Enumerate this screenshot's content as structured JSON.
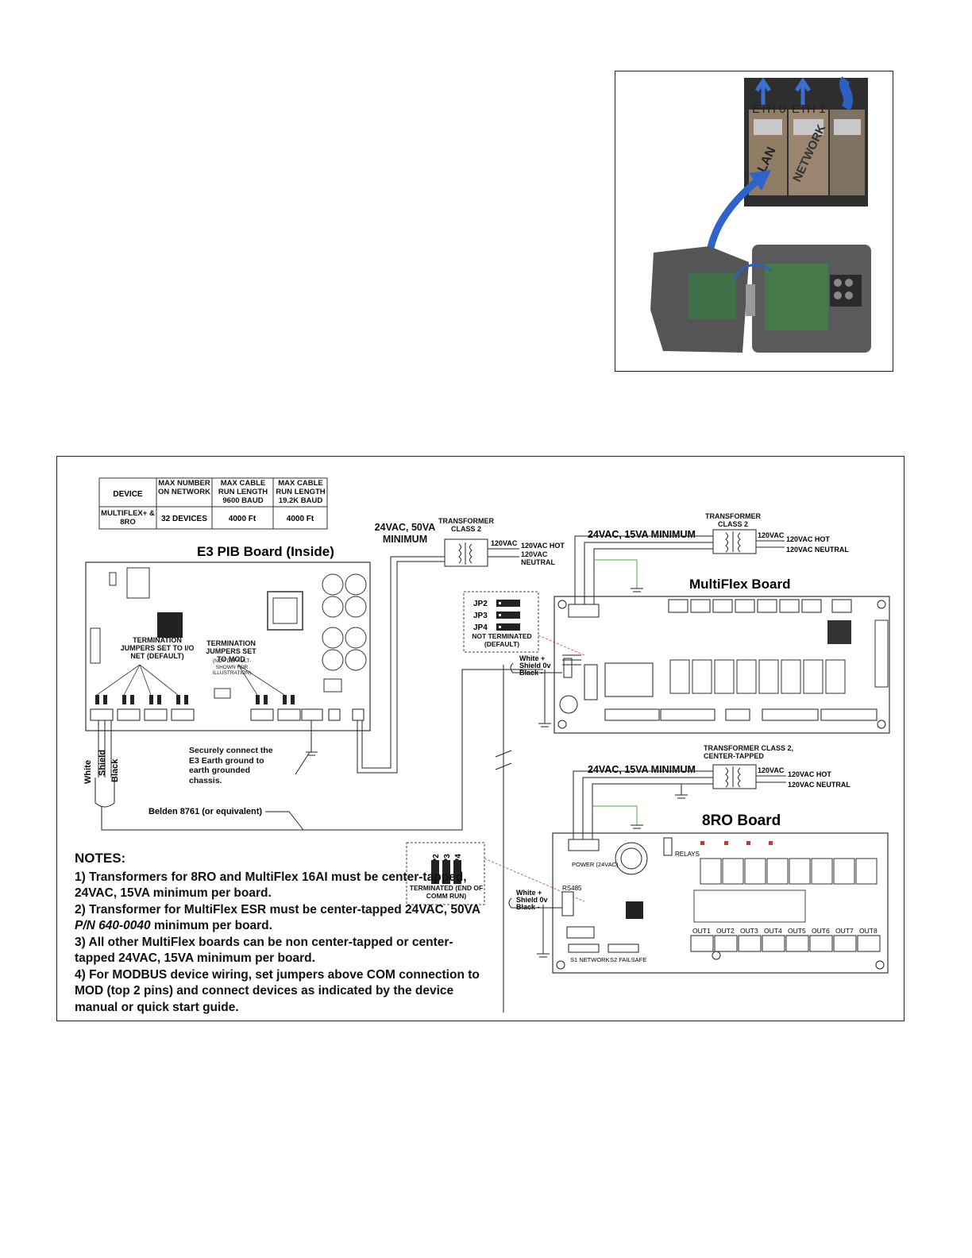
{
  "photo": {
    "port_labels": [
      "ETH 0",
      "ETH 1"
    ],
    "jack_labels": [
      "LAN",
      "NETWORK"
    ]
  },
  "table": {
    "headers": [
      "DEVICE",
      "MAX NUMBER ON NETWORK",
      "MAX CABLE RUN LENGTH 9600 BAUD",
      "MAX CABLE RUN LENGTH 19.2K BAUD"
    ],
    "row": [
      "MULTIFLEX+ & 8RO",
      "32 DEVICES",
      "4000 Ft",
      "4000 Ft"
    ]
  },
  "e3": {
    "title": "E3 PIB Board (Inside)",
    "term_io": "TERMINATION JUMPERS SET TO I/O NET (DEFAULT)",
    "term_mod": "TERMINATION JUMPERS SET TO MOD",
    "term_mod_note": "(NOT DEFAULT- SHOWN FOR ILLUSTRATION)",
    "earth_note": "Securely connect the E3 Earth ground to earth grounded chassis.",
    "wire_labels": [
      "White",
      "Shield",
      "Black"
    ],
    "belden": "Belden 8761 (or equivalent)"
  },
  "transformer1": {
    "label": "TRANSFORMER CLASS 2",
    "rating": "24VAC, 50VA MINIMUM",
    "primary": "120VAC",
    "hot": "120VAC HOT",
    "neutral": "120VAC NEUTRAL"
  },
  "multiflex": {
    "title": "MultiFlex Board",
    "transformer": "TRANSFORMER CLASS 2",
    "rating": "24VAC, 15VA MINIMUM",
    "primary": "120VAC",
    "hot": "120VAC HOT",
    "neutral": "120VAC NEUTRAL",
    "jumpers": [
      "JP2",
      "JP3",
      "JP4"
    ],
    "jumper_state": "NOT TERMINATED (DEFAULT)",
    "wires": [
      "White +",
      "Shield 0v",
      "Black -"
    ]
  },
  "ro": {
    "title": "8RO Board",
    "transformer": "TRANSFORMER CLASS 2, CENTER-TAPPED",
    "rating": "24VAC, 15VA MINIMUM",
    "primary": "120VAC",
    "hot": "120VAC HOT",
    "neutral": "120VAC NEUTRAL",
    "jumpers": [
      "JP2",
      "JP3",
      "JP4"
    ],
    "jumper_state": "TERMINATED (END OF COMM RUN)",
    "wires": [
      "White +",
      "Shield 0v",
      "Black -"
    ],
    "power": "POWER (24VAC)",
    "relays": "RELAYS",
    "rs485": "RS485",
    "outputs": [
      "OUT1",
      "OUT2",
      "OUT3",
      "OUT4",
      "OUT5",
      "OUT6",
      "OUT7",
      "OUT8"
    ],
    "s1": "S1 NETWORK",
    "s2": "S2 FAILSAFE"
  },
  "notes": {
    "heading": "NOTES:",
    "n1": "1) Transformers for 8RO and MultiFlex 16AI must be center-tapped, 24VAC, 15VA minimum per board.",
    "n2a": "2) Transformer for MultiFlex ESR must be center-tapped 24VAC, 50VA",
    "n2pn": "P/N 640-0040",
    "n2b": "minimum per board.",
    "n3": "3) All other MultiFlex boards can be non center-tapped or center-tapped 24VAC, 15VA minimum per board.",
    "n4": "4) For MODBUS device wiring, set jumpers above COM connection to MOD (top 2 pins) and connect devices as indicated by the device manual or quick start guide."
  }
}
